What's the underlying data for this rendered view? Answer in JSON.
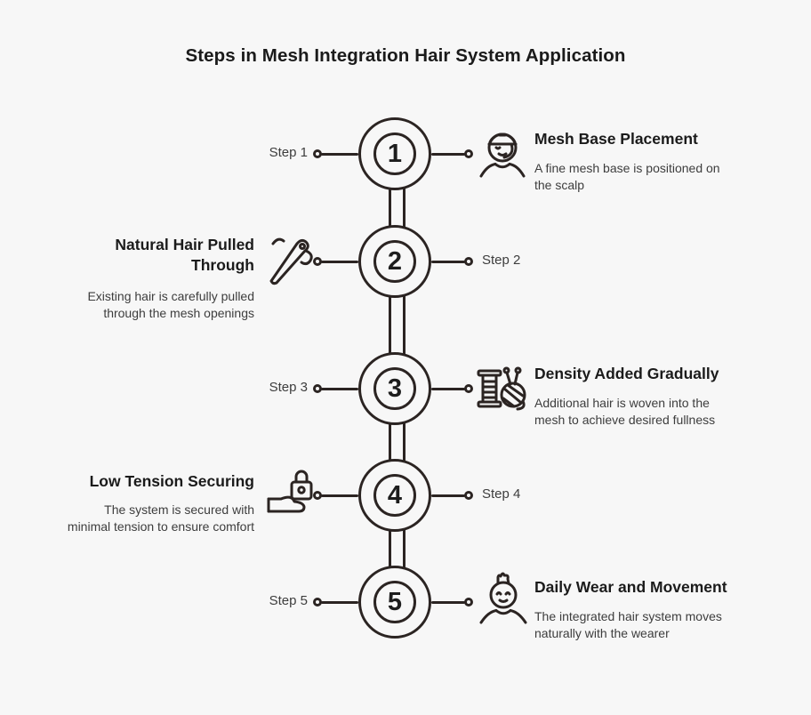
{
  "colors": {
    "background": "#f7f7f7",
    "line_ink": "#2b2422",
    "heading_text": "#1b1b1b",
    "body_text": "#3d3d3d"
  },
  "title": "Steps in Mesh Integration Hair System Application",
  "steps": [
    {
      "label": "Step 1",
      "number": "1",
      "heading": "Mesh Base Placement",
      "description": "A fine mesh base is positioned on\nthe scalp",
      "icon": "capped-head-icon",
      "content_side": "right"
    },
    {
      "label": "Step 2",
      "number": "2",
      "heading": "Natural Hair Pulled\nThrough",
      "description": "Existing hair is carefully pulled\nthrough the mesh openings",
      "icon": "needle-thread-icon",
      "content_side": "left"
    },
    {
      "label": "Step 3",
      "number": "3",
      "heading": "Density Added Gradually",
      "description": "Additional hair is woven into the\nmesh to achieve desired fullness",
      "icon": "spool-yarn-icon",
      "content_side": "right"
    },
    {
      "label": "Step 4",
      "number": "4",
      "heading": "Low Tension Securing",
      "description": "The system is secured with\nminimal tension to ensure comfort",
      "icon": "lock-hand-icon",
      "content_side": "left"
    },
    {
      "label": "Step 5",
      "number": "5",
      "heading": "Daily Wear and Movement",
      "description": "The integrated hair system moves\nnaturally with the wearer",
      "icon": "mohawk-head-icon",
      "content_side": "right"
    }
  ]
}
